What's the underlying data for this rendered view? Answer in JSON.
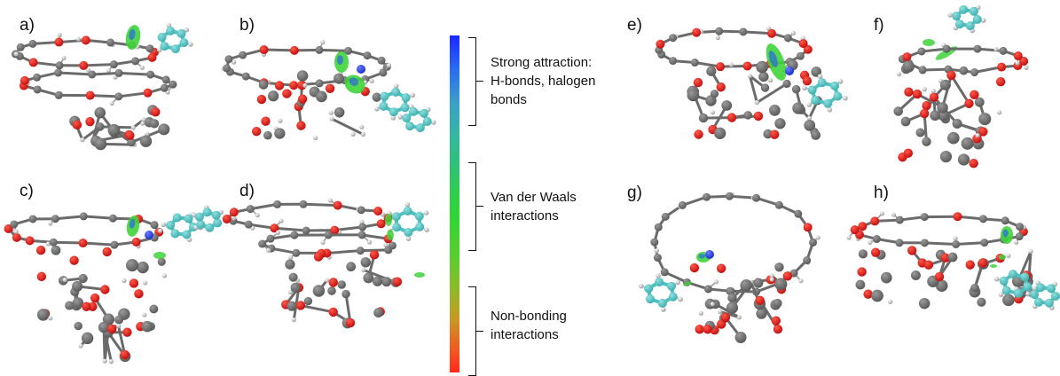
{
  "panels": [
    {
      "id": "a",
      "label": "a)"
    },
    {
      "id": "b",
      "label": "b)"
    },
    {
      "id": "c",
      "label": "c)"
    },
    {
      "id": "d",
      "label": "d)"
    },
    {
      "id": "e",
      "label": "e)"
    },
    {
      "id": "f",
      "label": "f)"
    },
    {
      "id": "g",
      "label": "g)"
    },
    {
      "id": "h",
      "label": "h)"
    }
  ],
  "colorbar": {
    "top_color": "#1b28ff",
    "middle_color": "#33d633",
    "bottom_color": "#ff2a1a"
  },
  "legend": {
    "strong_attraction": [
      "Strong attraction:",
      "H-bonds, halogen",
      "bonds"
    ],
    "van_der_waals": [
      "Van der Waals",
      "interactions"
    ],
    "non_bonding": [
      "Non-bonding",
      "interactions"
    ]
  },
  "colors": {
    "carbon": "#5a5a5a",
    "oxygen": "#c40f0f",
    "hydrogen": "#d8d8d8",
    "aryl": "#3fb0b0",
    "nitrogen": "#1a2fd0",
    "isosurface_green": "#3fd43a"
  }
}
